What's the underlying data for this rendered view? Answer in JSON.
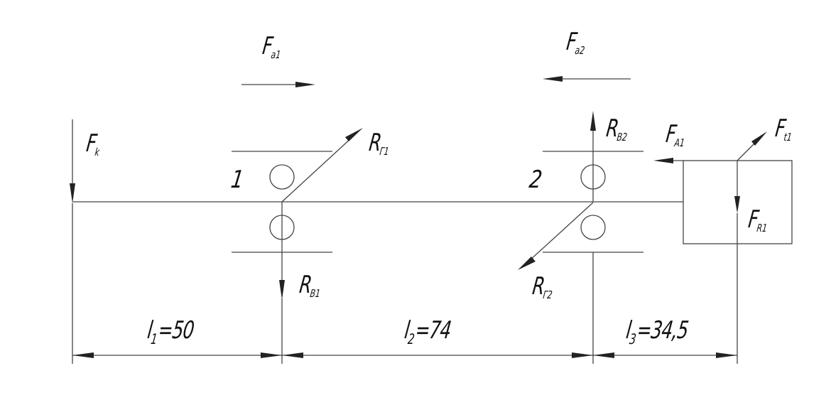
{
  "labels": {
    "fa1": {
      "main": "F",
      "sub": "a1"
    },
    "fa2": {
      "main": "F",
      "sub": "a2"
    },
    "fk": {
      "main": "F",
      "sub": "k"
    },
    "rg1": {
      "main": "R",
      "sub": "Г1"
    },
    "rb2": {
      "main": "R",
      "sub": "B2"
    },
    "fa1_cap": {
      "main": "F",
      "sub": "A1"
    },
    "ft1": {
      "main": "F",
      "sub": "t1"
    },
    "fr1": {
      "main": "F",
      "sub": "R1"
    },
    "rb1": {
      "main": "R",
      "sub": "B1"
    },
    "rg2": {
      "main": "R",
      "sub": "Г2"
    },
    "support1": "1",
    "support2": "2"
  },
  "dimensions": {
    "l1": {
      "main": "l",
      "sub": "1",
      "value": "=50"
    },
    "l2": {
      "main": "l",
      "sub": "2",
      "value": "=74"
    },
    "l3": {
      "main": "l",
      "sub": "3",
      "value": "=34,5"
    }
  }
}
